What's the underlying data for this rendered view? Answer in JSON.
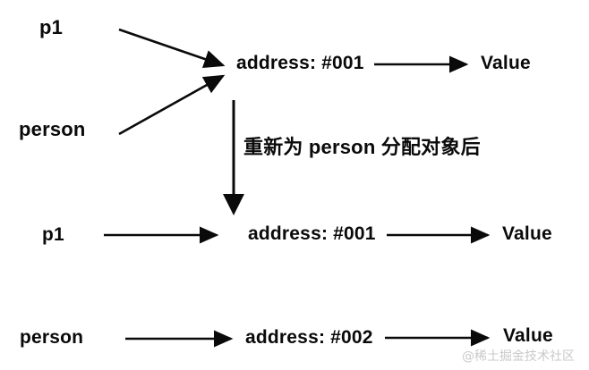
{
  "diagram": {
    "title_text": "",
    "background_color": "#ffffff",
    "stroke_color": "#0a0a0a",
    "top_group": {
      "pointer_a": "p1",
      "pointer_b": "person",
      "address": "address: #001",
      "value": "Value"
    },
    "transition": {
      "caption": "重新为 person 分配对象后"
    },
    "middle_group": {
      "pointer": "p1",
      "address": "address: #001",
      "value": "Value"
    },
    "bottom_group": {
      "pointer": "person",
      "address": "address: #002",
      "value": "Value"
    },
    "watermark": "@稀土掘金技术社区"
  }
}
